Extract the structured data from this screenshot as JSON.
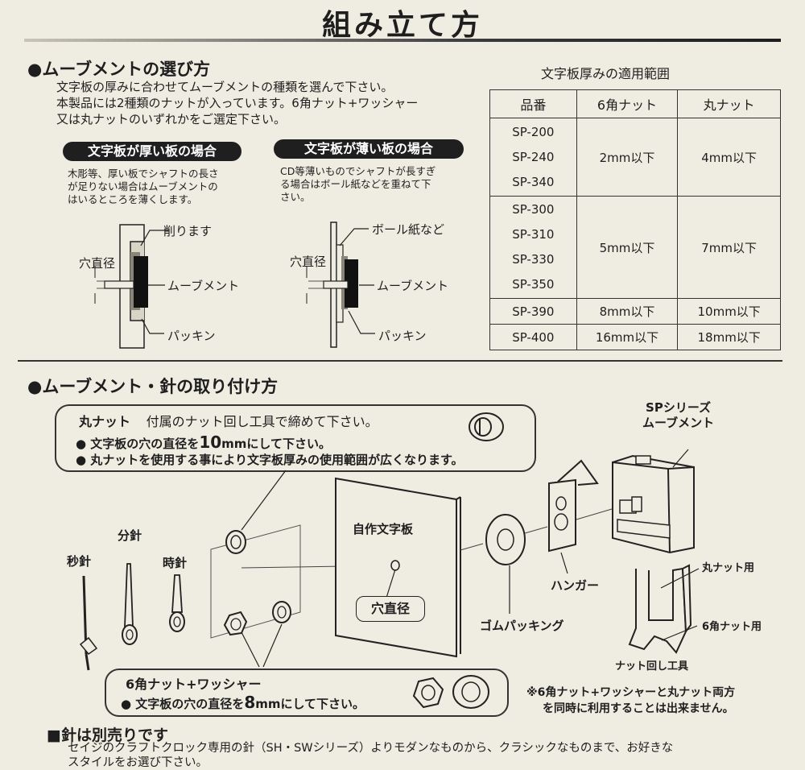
{
  "title": "組み立て方",
  "section1": {
    "heading": "●ムーブメントの選び方",
    "intro": [
      "文字板の厚みに合わせてムーブメントの種類を選んで下さい。",
      "本製品には2種類のナットが入っています。6角ナット+ワッシャー",
      "又は丸ナットのいずれかをご選定下さい。"
    ],
    "thick": {
      "pill": "文字板が厚い板の場合",
      "desc": [
        "木彫等、厚い板でシャフトの長さ",
        "が足りない場合はムーブメントの",
        "はいるところを薄くします。"
      ],
      "labels": {
        "cut": "削ります",
        "hole": "穴直径",
        "movement": "ムーブメント",
        "packing": "パッキン"
      }
    },
    "thin": {
      "pill": "文字板が薄い板の場合",
      "desc": [
        "CD等薄いものでシャフトが長すぎ",
        "る場合はボール紙などを重ねて下",
        "さい。"
      ],
      "labels": {
        "board": "ボール紙など",
        "hole": "穴直径",
        "movement": "ムーブメント",
        "packing": "パッキン"
      }
    }
  },
  "table": {
    "caption": "文字板厚みの適用範囲",
    "headers": [
      "品番",
      "6角ナット",
      "丸ナット"
    ],
    "groups": [
      {
        "models": [
          "SP-200",
          "SP-240",
          "SP-340"
        ],
        "hex": "2mm以下",
        "round": "4mm以下"
      },
      {
        "models": [
          "SP-300",
          "SP-310",
          "SP-330",
          "SP-350"
        ],
        "hex": "5mm以下",
        "round": "7mm以下"
      },
      {
        "models": [
          "SP-390"
        ],
        "hex": "8mm以下",
        "round": "10mm以下"
      },
      {
        "models": [
          "SP-400"
        ],
        "hex": "16mm以下",
        "round": "18mm以下"
      }
    ]
  },
  "section2": {
    "heading": "●ムーブメント・針の取り付け方",
    "round_nut": {
      "title": "丸ナット",
      "title_note": "付属のナット回し工具で締めて下さい。",
      "bullet1_a": "● 文字板の穴の直径を",
      "bullet1_num": "10",
      "bullet1_b": "mmにして下さい。",
      "bullet2": "● 丸ナットを使用する事により文字板厚みの使用範囲が広くなります。"
    },
    "sp_label": [
      "SPシリーズ",
      "ムーブメント"
    ],
    "hands": {
      "second": "秒針",
      "minute": "分針",
      "hour": "時針"
    },
    "dial": "自作文字板",
    "hole": "穴直径",
    "hanger": "ハンガー",
    "rubber": "ゴムパッキング",
    "tool": {
      "round": "丸ナット用",
      "hex": "6角ナット用",
      "name": "ナット回し工具"
    },
    "hex_nut": {
      "title": "6角ナット+ワッシャー",
      "bullet_a": "● 文字板の穴の直径を",
      "bullet_num": "8",
      "bullet_b": "mmにして下さい。"
    },
    "warning": [
      "※6角ナット+ワッシャーと丸ナット両方",
      "を同時に利用することは出来ません。"
    ]
  },
  "section3": {
    "heading": "■針は別売りです",
    "line1": "セイジのクラフトクロック専用の針（SH・SWシリーズ）よりモダンなものから、クラシックなものまで、お好きな",
    "line2": "スタイルをお選び下さい。"
  }
}
